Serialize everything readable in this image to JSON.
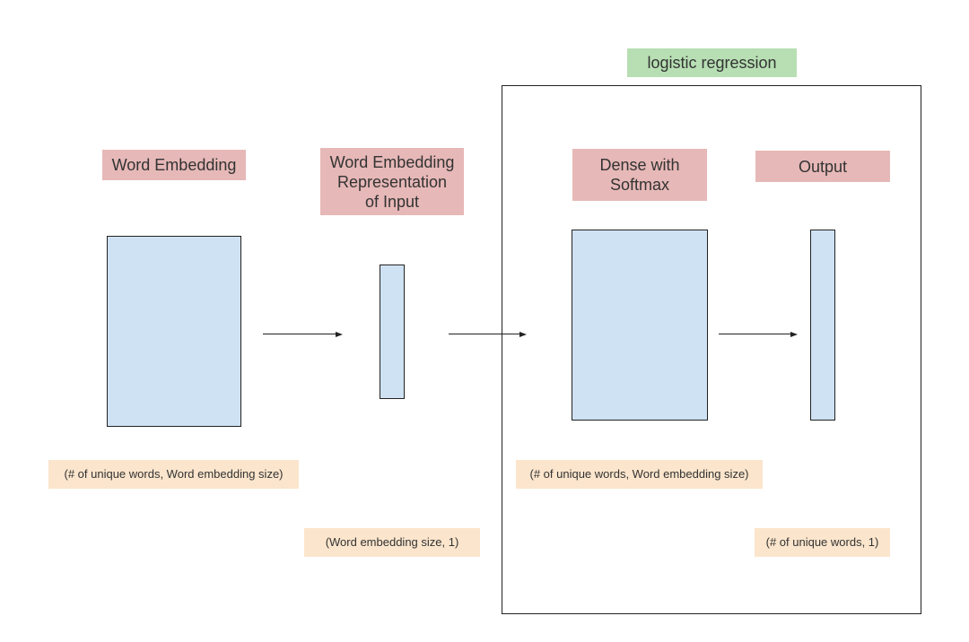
{
  "group": {
    "label": "logistic regression"
  },
  "blocks": {
    "word_embedding": {
      "title": "Word Embedding",
      "shape": "(# of unique words, Word embedding size)"
    },
    "embedding_representation": {
      "title_lines": [
        "Word Embedding",
        "Representation",
        "of Input"
      ],
      "shape": "(Word embedding size, 1)"
    },
    "dense_softmax": {
      "title_lines": [
        "Dense with",
        "Softmax"
      ],
      "shape": "(# of unique words, Word embedding size)"
    },
    "output": {
      "title": "Output",
      "shape": "(# of unique words, 1)"
    }
  },
  "colors": {
    "title_fill": "#e6b8b7",
    "group_fill": "#b7dfb3",
    "shape_fill": "#fbe5cc",
    "matrix_fill": "#cfe2f3"
  }
}
